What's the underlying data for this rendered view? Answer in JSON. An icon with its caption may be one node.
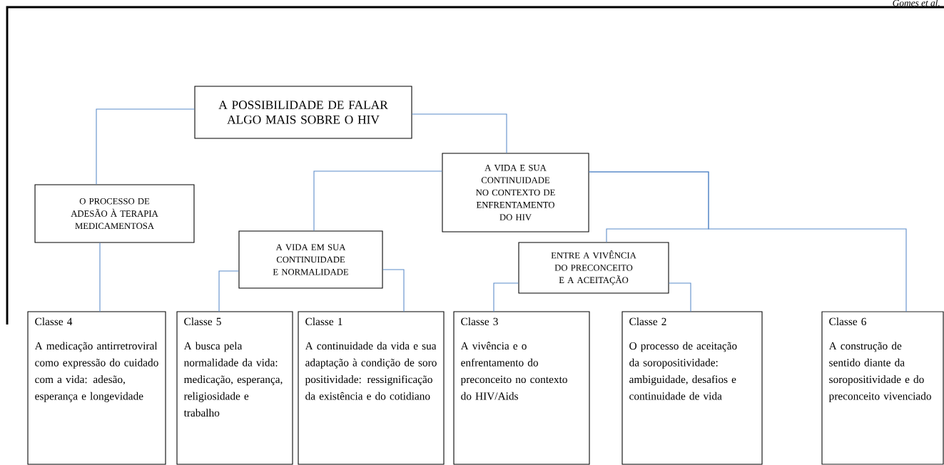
{
  "diagram": {
    "nodes": [
      {
        "text": [
          "A POSSIBILIDADE DE FALAR ALGO MAIS SOBRE O HIV"
        ]
      },
      {
        "text": [
          "O PROCESSO DE ADESÃO À TERAPIA MEDICAMENTOSA"
        ]
      },
      {
        "text": [
          "A VIDA E SUA CONTINUIDADE NO CONTEXTO DE ENFRENTAMENTO DO HIV"
        ]
      },
      {
        "text": [
          "A VIDA EM SUA CONTINUIDADE E NORMALIDADE"
        ]
      },
      {
        "text": [
          "ENTRE A VIVÊNCIA DO PRECONCEITO E A ACEITAÇÃO"
        ]
      },
      {
        "text": [
          "Classe 4",
          "A medicação antirretroviral como expressão do cuidado com a vida: adesão, esperança e longevidade"
        ]
      },
      {
        "text": [
          "Classe 5",
          "A busca pela normalidade da vida: medicação, esperança, religiosidade e trabalho"
        ]
      },
      {
        "text": [
          "Classe 1",
          "A continuidade da vida e sua adaptação à condição de soro positividade: ressignificação da existência e do cotidiano"
        ]
      },
      {
        "text": [
          "Classe 3",
          "A vivência e o enfrentamento do preconceito no contexto do HIV/Aids"
        ]
      },
      {
        "text": [
          "Classe 2",
          "O processo de aceitação da soropositividade: ambiguidade, desafios e continuidade de vida"
        ]
      },
      {
        "text": [
          "Classe 6",
          "A construção de sentido diante da soropositividade e do preconceito vivenciado"
        ]
      }
    ],
    "edges": [
      {
        "from": 0,
        "to": 1,
        "arrow": "none"
      },
      {
        "from": 0,
        "to": 2,
        "arrow": "none"
      },
      {
        "from": 2,
        "to": 3,
        "arrow": "none"
      },
      {
        "from": 2,
        "to": 4,
        "arrow": "none"
      },
      {
        "from": 2,
        "to": 10,
        "arrow": "none"
      },
      {
        "from": 1,
        "to": 5,
        "arrow": "none"
      },
      {
        "from": 3,
        "to": 6,
        "arrow": "none"
      },
      {
        "from": 3,
        "to": 7,
        "arrow": "none"
      },
      {
        "from": 4,
        "to": 8,
        "arrow": "none"
      },
      {
        "from": 4,
        "to": 9,
        "arrow": "none"
      }
    ],
    "labels": [
      "Gomes et al."
    ]
  }
}
